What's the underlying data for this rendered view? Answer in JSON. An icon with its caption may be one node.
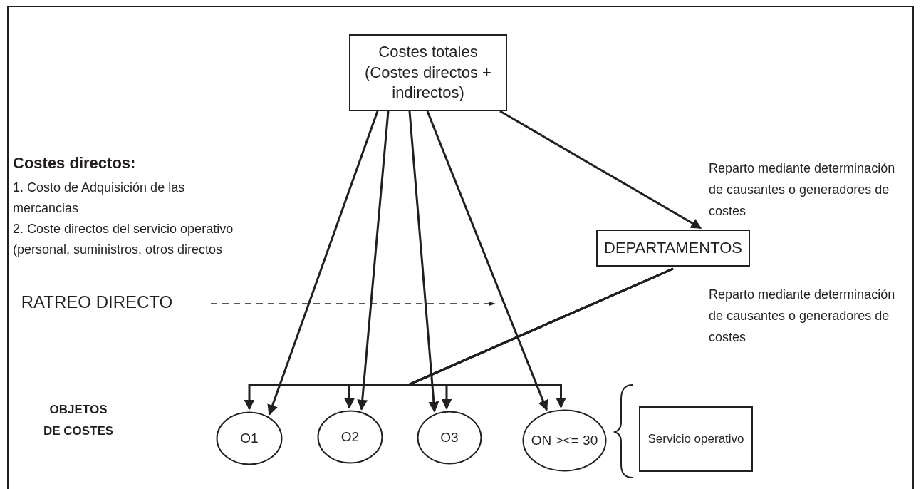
{
  "diagram": {
    "nodes": [
      {
        "text": [
          "Costes totales (Costes directos + indirectos)"
        ]
      },
      {
        "text": [
          "DEPARTAMENTOS"
        ]
      },
      {
        "text": [
          "O1"
        ]
      },
      {
        "text": [
          "O2"
        ]
      },
      {
        "text": [
          "O3"
        ]
      },
      {
        "text": [
          "ON ><= 30"
        ]
      },
      {
        "text": [
          "Servicio operativo"
        ]
      },
      {
        "text": [
          "RATREO DIRECTO"
        ]
      }
    ],
    "edges": [
      {
        "from": 0,
        "to": 1,
        "arrow": "to"
      },
      {
        "from": 0,
        "to": 2,
        "arrow": "to"
      },
      {
        "from": 0,
        "to": 3,
        "arrow": "to"
      },
      {
        "from": 0,
        "to": 4,
        "arrow": "to"
      },
      {
        "from": 0,
        "to": 5,
        "arrow": "to"
      },
      {
        "from": 1,
        "to": 2,
        "arrow": "to"
      },
      {
        "from": 1,
        "to": 3,
        "arrow": "to"
      },
      {
        "from": 1,
        "to": 4,
        "arrow": "to"
      },
      {
        "from": 1,
        "to": 5,
        "arrow": "to"
      },
      {
        "from": 7,
        "to": null,
        "arrow": "to",
        "style": "dashed"
      }
    ],
    "labels": [
      "Costes directos:",
      "1. Costo de Adquisición de las mercancias",
      "2. Coste directos del servicio operativo (personal, suministros, otros directos",
      "Reparto mediante determinación de causantes o generadores de costes",
      "Reparto mediante determinación de causantes o generadores de costes",
      "OBJETOS DE COSTES"
    ]
  }
}
